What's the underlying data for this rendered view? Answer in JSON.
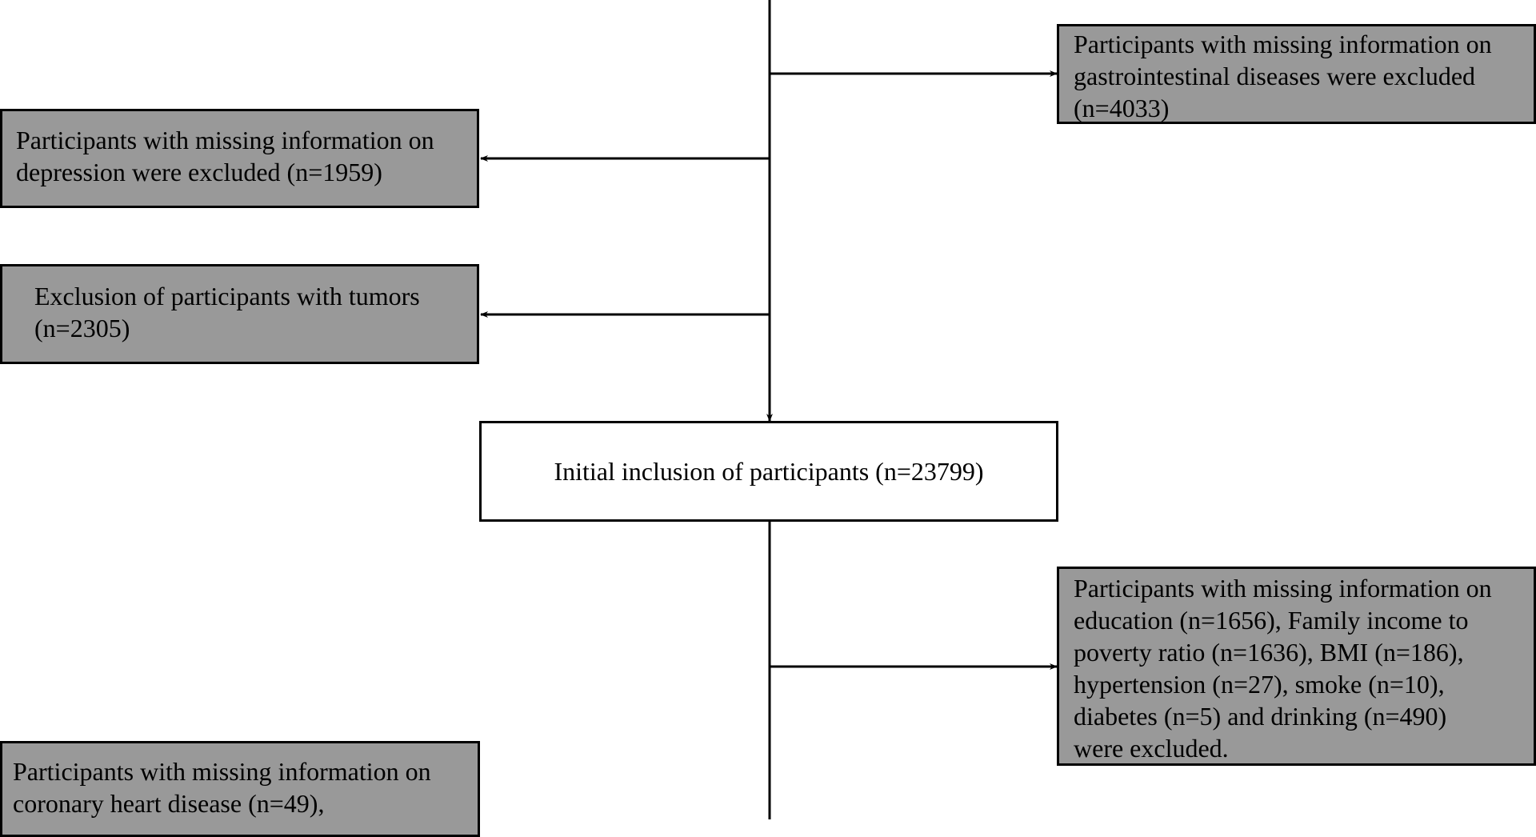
{
  "flowchart": {
    "boxes": {
      "gastro_excluded": "Participants with missing information on\ngastrointestinal diseases were excluded\n(n=4033)",
      "depression_excluded": "Participants with missing information on\ndepression were excluded (n=1959)",
      "tumor_excluded": "Exclusion of participants with tumors\n(n=2305)",
      "initial_inclusion": "Initial inclusion of participants (n=23799)",
      "covariates_excluded": "Participants with missing information on\neducation (n=1656), Family income to\npoverty ratio (n=1636), BMI (n=186),\nhypertension (n=27), smoke (n=10),\ndiabetes (n=5) and drinking (n=490)\nwere excluded.",
      "chd_excluded": "Participants with missing information on\ncoronary heart disease (n=49),"
    },
    "colors": {
      "exclusion_fill": "#999999",
      "inclusion_fill": "#ffffff",
      "line": "#000000"
    }
  }
}
